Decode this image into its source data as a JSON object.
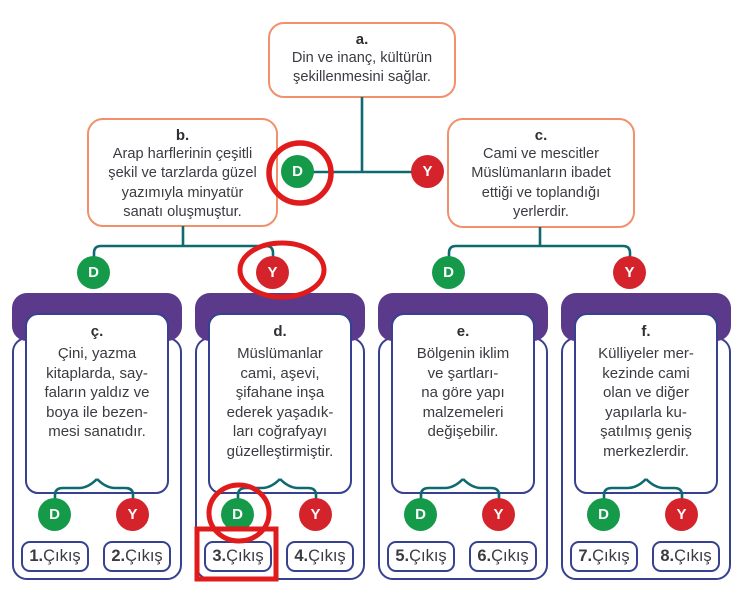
{
  "colors": {
    "orange_border": "#F2906C",
    "teal_line": "#0E6A70",
    "green_badge": "#149A49",
    "red_badge": "#D5232B",
    "purple_header": "#5B3A8C",
    "navy_border": "#36418F",
    "text": "#3B3B42",
    "annotation_red": "#E01B1B"
  },
  "labels": {
    "d": "D",
    "y": "Y"
  },
  "top_nodes": {
    "a": {
      "title": "a.",
      "text": "Din ve inanç, kültürün\nşekillenmesini sağlar."
    },
    "b": {
      "title": "b.",
      "text": "Arap harflerinin çeşitli\nşekil ve tarzlarda güzel\nyazımıyla minyatür\nsanatı oluşmuştur."
    },
    "c": {
      "title": "c.",
      "text": "Cami ve mescitler\nMüslümanların ibadet\nettiği ve toplandığı\nyerlerdir."
    }
  },
  "leaves": [
    {
      "title": "ç.",
      "text": "Çini, yazma\nkitaplarda, say-\nfaların yaldız ve\nboya ile bezen-\nmesi sanatıdır.",
      "exit_left": {
        "num": "1.",
        "word": "Çıkış"
      },
      "exit_right": {
        "num": "2.",
        "word": "Çıkış"
      }
    },
    {
      "title": "d.",
      "text": "Müslümanlar\ncami, aşevi,\nşifahane inşa\nederek yaşadık-\nları coğrafyayı\ngüzelleştirmiştir.",
      "exit_left": {
        "num": "3.",
        "word": "Çıkış"
      },
      "exit_right": {
        "num": "4.",
        "word": "Çıkış"
      }
    },
    {
      "title": "e.",
      "text": "Bölgenin iklim\nve şartları-\nna göre yapı\nmalzemeleri\ndeğişebilir.",
      "exit_left": {
        "num": "5.",
        "word": "Çıkış"
      },
      "exit_right": {
        "num": "6.",
        "word": "Çıkış"
      }
    },
    {
      "title": "f.",
      "text": "Külliyeler mer-\nkezinde cami\nolan ve diğer\nyapılarla ku-\nşatılmış geniş\nmerkezlerdir.",
      "exit_left": {
        "num": "7.",
        "word": "Çıkış"
      },
      "exit_right": {
        "num": "8.",
        "word": "Çıkış"
      }
    }
  ]
}
